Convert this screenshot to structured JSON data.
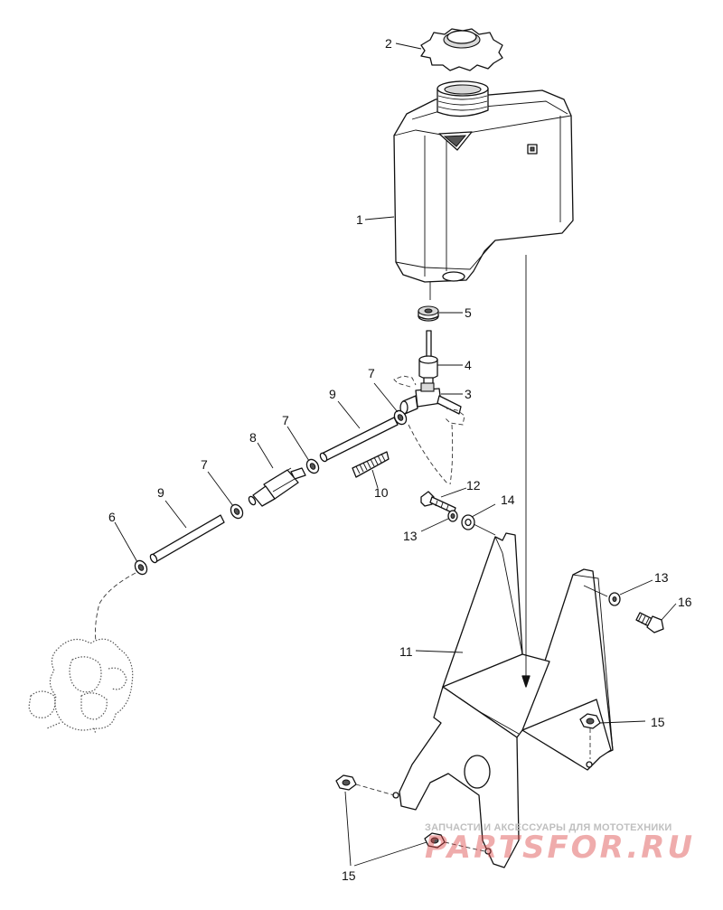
{
  "callouts": {
    "c1": "1",
    "c2": "2",
    "c3": "3",
    "c4": "4",
    "c5": "5",
    "c6": "6",
    "c7a": "7",
    "c7b": "7",
    "c7c": "7",
    "c8": "8",
    "c9a": "9",
    "c9b": "9",
    "c10": "10",
    "c11": "11",
    "c12": "12",
    "c13a": "13",
    "c13b": "13",
    "c14": "14",
    "c15a": "15",
    "c15b": "15",
    "c16": "16"
  },
  "watermark": {
    "caption": "ЗАПЧАСТИ И АКСЕССУАРЫ ДЛЯ МОТОТЕХНИКИ",
    "logo": "PARTSFOR.RU",
    "color": "#dc4646"
  }
}
